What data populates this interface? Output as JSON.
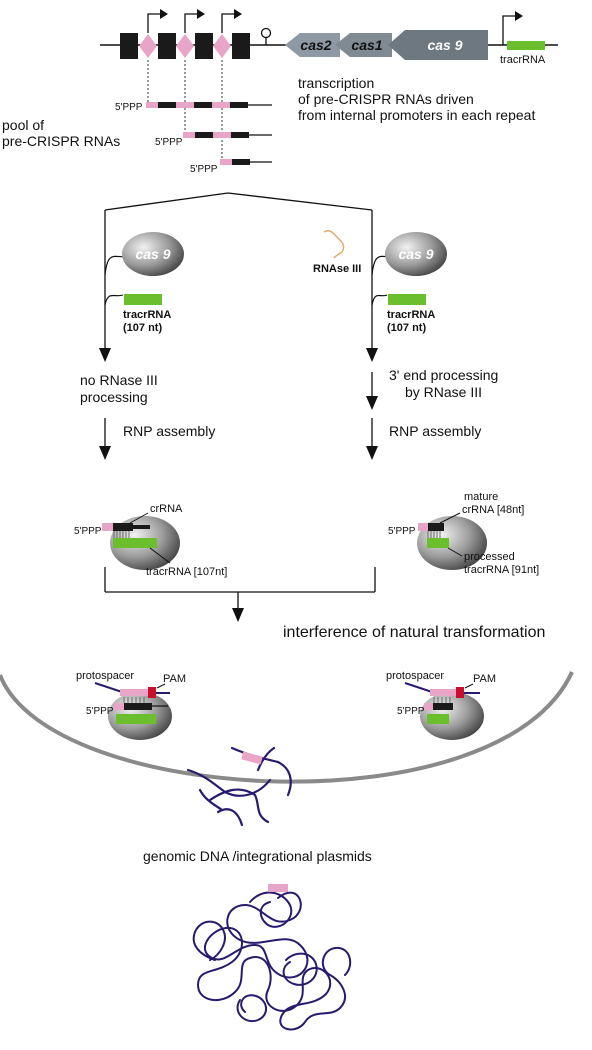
{
  "locus": {
    "genes": {
      "cas2": "cas2",
      "cas1": "cas1",
      "cas9": "cas 9"
    },
    "tracr_label": "tracrRNA",
    "transcription_note": [
      "transcription",
      "of pre-CRISPR RNAs driven",
      "from internal promoters in each repeat"
    ],
    "pool_label": [
      "pool of",
      "pre-CRISPR RNAs"
    ],
    "five_prime": "5'PPP"
  },
  "left_path": {
    "cas9": "cas 9",
    "tracr": [
      "tracrRNA",
      "(107 nt)"
    ],
    "step1": [
      "no RNase III",
      "processing"
    ],
    "step2": "RNP assembly",
    "crRNA": "crRNA",
    "five_prime": "5'PPP",
    "tracr_len": "tracrRNA [107nt]"
  },
  "right_path": {
    "rnase": "RNAse III",
    "cas9": "cas 9",
    "tracr": [
      "tracrRNA",
      "(107 nt)"
    ],
    "step1": [
      "3' end processing",
      "by RNase III"
    ],
    "step2": "RNP assembly",
    "mature": [
      "mature",
      "crRNA [48nt]"
    ],
    "five_prime": "5'PPP",
    "processed": [
      "processed",
      "tracrRNA [91nt]"
    ]
  },
  "interference_label": "interference of natural transformation",
  "cell": {
    "left": {
      "protospacer": "protospacer",
      "pam": "PAM",
      "five_prime": "5'PPP"
    },
    "right": {
      "protospacer": "protospacer",
      "pam": "PAM",
      "five_prime": "5'PPP"
    }
  },
  "dna_label": "genomic DNA /integrational plasmids",
  "colors": {
    "repeat_pink": "#e8a5c8",
    "spacer_black": "#1a1a1a",
    "tracr_green": "#6cbf2c",
    "cas_gray": "#7f8a93",
    "pam_red": "#c8102e",
    "dna_blue": "#2a1a6e"
  }
}
